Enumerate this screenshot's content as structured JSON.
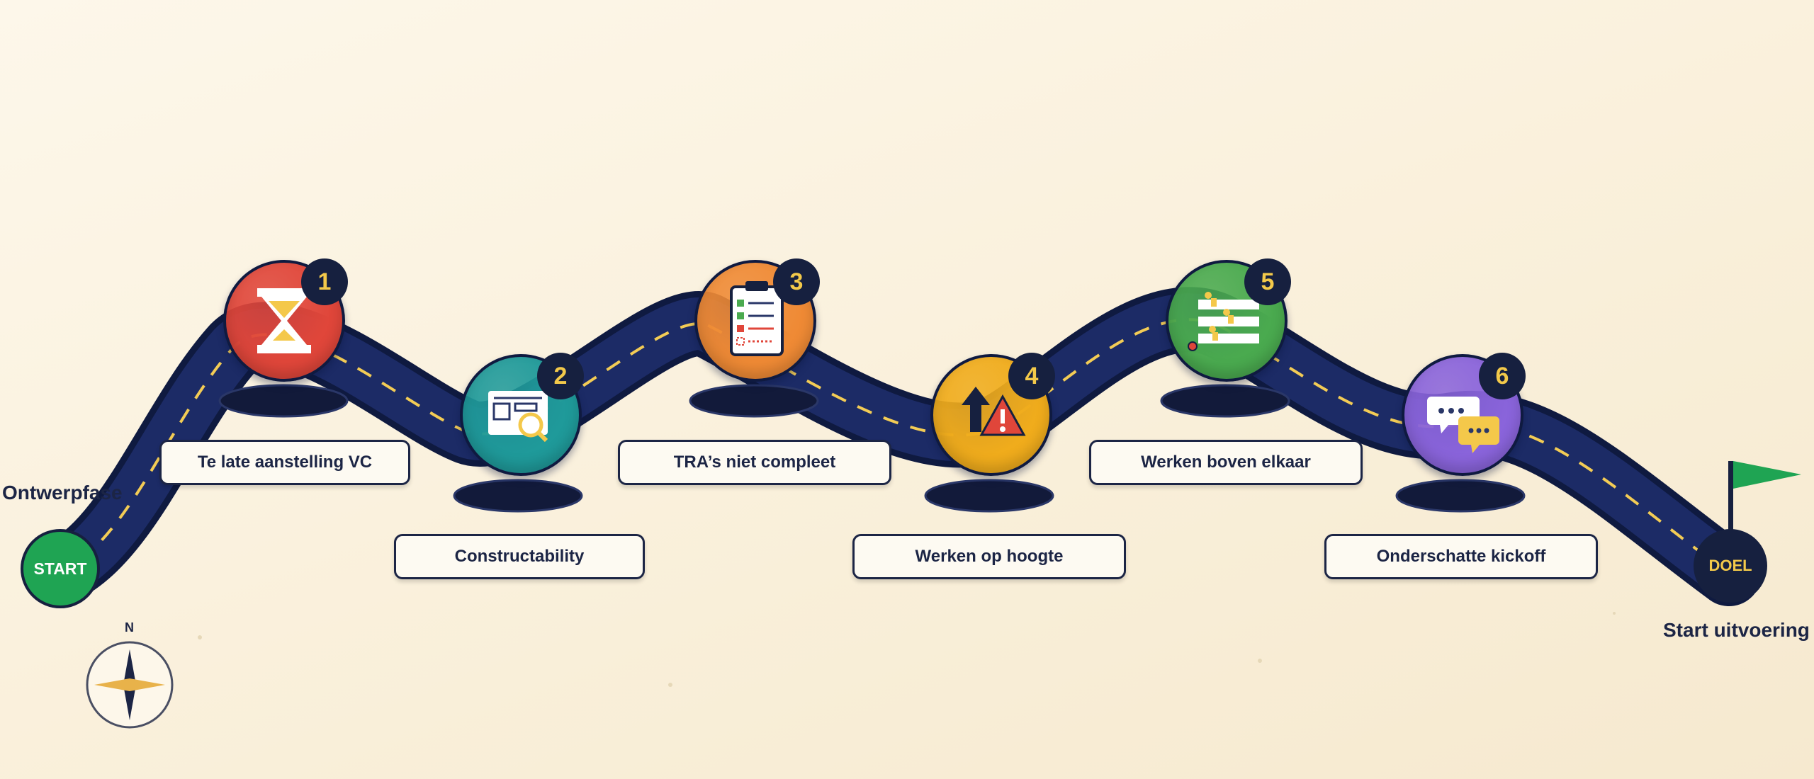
{
  "start": {
    "label": "START",
    "caption": "Ontwerpfase",
    "color": "#1fa453"
  },
  "goal": {
    "label": "DOEL",
    "caption": "Start uitvoering",
    "color": "#16203f",
    "text_color": "#f3c94a",
    "flag_color": "#1fa453"
  },
  "road": {
    "color": "#1c2b66",
    "dash_color": "#f3cc55"
  },
  "compass": {
    "north": "N"
  },
  "steps": [
    {
      "number": "1",
      "label": "Te late aanstelling VC",
      "icon": "hourglass-icon",
      "color": "#e0463a"
    },
    {
      "number": "2",
      "label": "Constructability",
      "icon": "blueprint-search-icon",
      "color": "#1f9a9a"
    },
    {
      "number": "3",
      "label": "TRA’s niet compleet",
      "icon": "clipboard-checklist-icon",
      "color": "#ef8a35"
    },
    {
      "number": "4",
      "label": "Werken op hoogte",
      "icon": "height-warning-icon",
      "color": "#f0ac1c"
    },
    {
      "number": "5",
      "label": "Werken boven elkaar",
      "icon": "stacked-layers-icon",
      "color": "#4aaa4f"
    },
    {
      "number": "6",
      "label": "Onderschatte kickoff",
      "icon": "chat-bubbles-icon",
      "color": "#8a64db"
    }
  ]
}
